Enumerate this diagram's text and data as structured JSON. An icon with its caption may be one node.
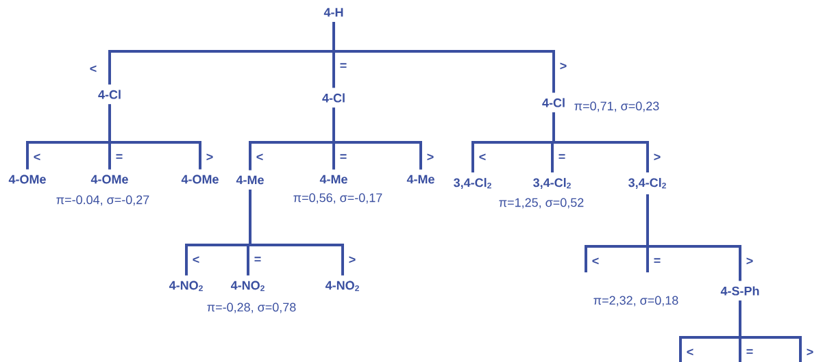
{
  "diagram": {
    "nodes": [
      {
        "text": [
          "4-H"
        ]
      },
      {
        "text": [
          "4-Cl"
        ]
      },
      {
        "text": [
          "4-Cl"
        ]
      },
      {
        "text": [
          "4-Cl"
        ],
        "beside": [
          "π=0,71, σ=0,23"
        ]
      },
      {
        "text": [
          "4-OMe"
        ]
      },
      {
        "text": [
          "4-OMe"
        ]
      },
      {
        "text": [
          "4-OMe"
        ]
      },
      {
        "text": [
          "4-Me"
        ]
      },
      {
        "text": [
          "4-Me"
        ]
      },
      {
        "text": [
          "4-Me"
        ]
      },
      {
        "text": [
          "3,4-Cl$_{2}$"
        ]
      },
      {
        "text": [
          "3,4-Cl$_{2}$"
        ]
      },
      {
        "text": [
          "3,4-Cl$_{2}$"
        ]
      },
      {
        "text": [
          "4-NO$_{2}$"
        ]
      },
      {
        "text": [
          "4-NO$_{2}$"
        ]
      },
      {
        "text": [
          "4-NO$_{2}$"
        ]
      },
      {
        "text": [
          "4-S-Ph"
        ]
      }
    ],
    "edges": [
      {
        "from": 0,
        "to": 1,
        "arrow": "none",
        "label": "<"
      },
      {
        "from": 0,
        "to": 2,
        "arrow": "none",
        "label": "="
      },
      {
        "from": 0,
        "to": 3,
        "arrow": "none",
        "label": ">"
      },
      {
        "from": 1,
        "to": 4,
        "arrow": "none",
        "label": "<"
      },
      {
        "from": 1,
        "to": 5,
        "arrow": "none",
        "label": "="
      },
      {
        "from": 1,
        "to": 6,
        "arrow": "none",
        "label": ">"
      },
      {
        "from": 2,
        "to": 7,
        "arrow": "none",
        "label": "<"
      },
      {
        "from": 2,
        "to": 8,
        "arrow": "none",
        "label": "="
      },
      {
        "from": 2,
        "to": 9,
        "arrow": "none",
        "label": ">"
      },
      {
        "from": 3,
        "to": 10,
        "arrow": "none",
        "label": "<"
      },
      {
        "from": 3,
        "to": 11,
        "arrow": "none",
        "label": "="
      },
      {
        "from": 3,
        "to": 12,
        "arrow": "none",
        "label": ">"
      },
      {
        "from": 7,
        "to": 13,
        "arrow": "none",
        "label": "<"
      },
      {
        "from": 7,
        "to": 14,
        "arrow": "none",
        "label": "="
      },
      {
        "from": 7,
        "to": 15,
        "arrow": "none",
        "label": ">"
      },
      {
        "from": 12,
        "to": null,
        "arrow": "none",
        "label": "<"
      },
      {
        "from": 12,
        "to": null,
        "arrow": "none",
        "label": "="
      },
      {
        "from": 12,
        "to": 16,
        "arrow": "none",
        "label": ">"
      },
      {
        "from": 16,
        "to": null,
        "arrow": "none",
        "label": "<"
      },
      {
        "from": 16,
        "to": null,
        "arrow": "none",
        "label": "="
      },
      {
        "from": 16,
        "to": null,
        "arrow": "none",
        "label": ">"
      }
    ],
    "labels": [
      "π=-0.04, σ=-0,27",
      "π=0,56, σ=-0,17",
      "π=1,25, σ=0,52",
      "π=-0,28, σ=0,78",
      "π=2,32, σ=0,18"
    ]
  }
}
